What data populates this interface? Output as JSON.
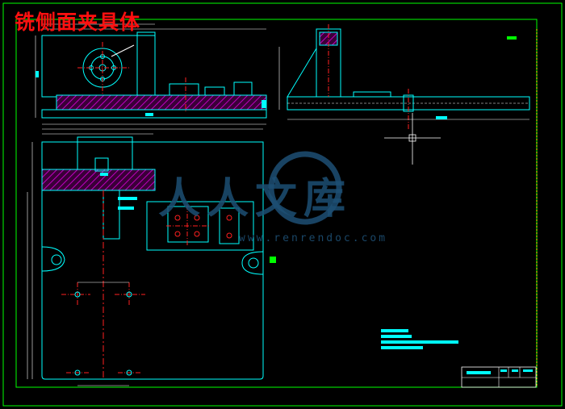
{
  "drawing": {
    "title": "铣侧面夹具体",
    "watermark_text": "人人文库",
    "watermark_url": "www.renrendoc.com"
  },
  "colors": {
    "background": "#000000",
    "border": "#00ff00",
    "outline": "#00ffff",
    "section_hatch": "#c000c0",
    "center_line": "#ff2020",
    "dimension": "#ffffff",
    "title": "#ff1010"
  }
}
